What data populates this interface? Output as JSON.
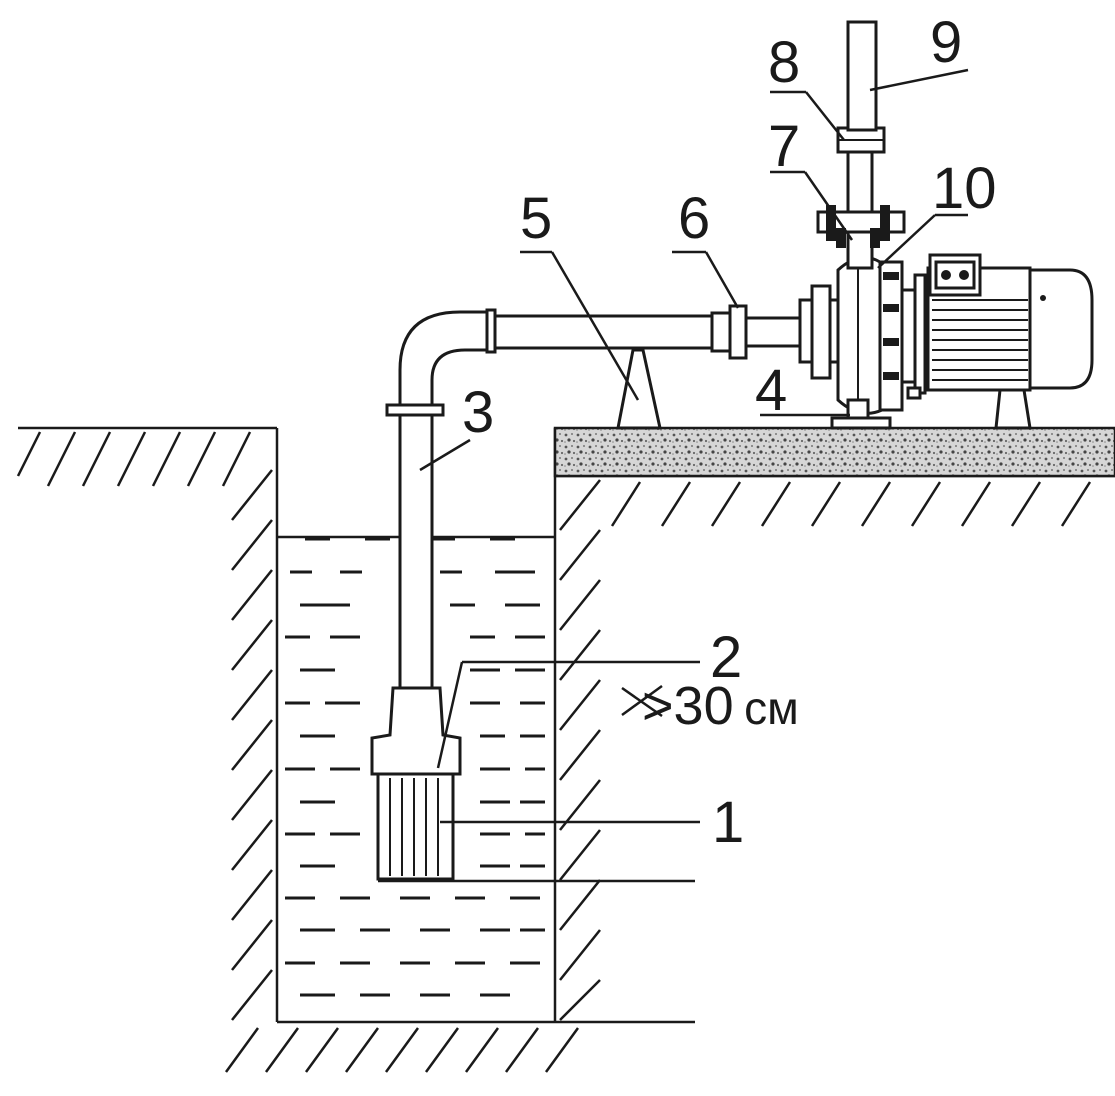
{
  "labels": {
    "l1": "1",
    "l2": "2",
    "l3": "3",
    "l4": "4",
    "l5": "5",
    "l6": "6",
    "l7": "7",
    "l8": "8",
    "l9": "9",
    "l10": "10"
  },
  "dimension": {
    "value": ">30",
    "unit": "см"
  }
}
